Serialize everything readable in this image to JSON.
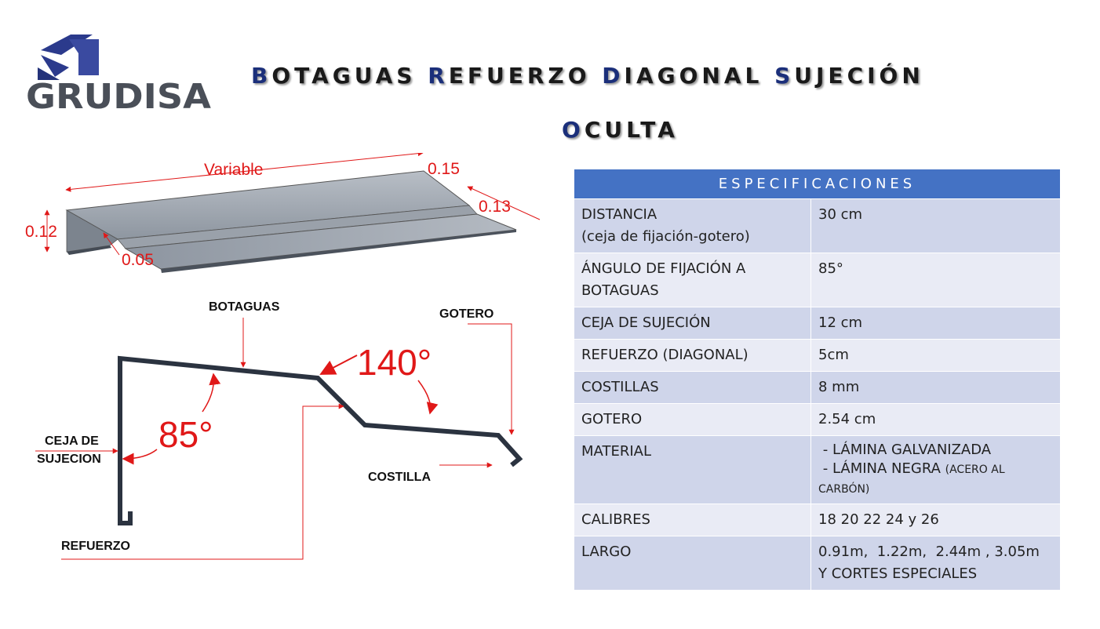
{
  "logo": {
    "text": "GRUDISA"
  },
  "title": {
    "line1": [
      {
        "cap": "B",
        "rest": "OTAGUAS "
      },
      {
        "cap": "R",
        "rest": "EFUERZO "
      },
      {
        "cap": "D",
        "rest": "IAGONAL "
      },
      {
        "cap": "S",
        "rest": "UJECIÓN"
      }
    ],
    "line2": [
      {
        "cap": "O",
        "rest": "CULTA"
      }
    ]
  },
  "drawing": {
    "dim_variable": "Variable",
    "dim_015": "0.15",
    "dim_013": "0.13",
    "dim_012": "0.12",
    "dim_005": "0.05",
    "label_botaguas": "BOTAGUAS",
    "label_gotero": "GOTERO",
    "angle_140": "140°",
    "angle_85": "85°",
    "label_ceja_line1": "CEJA DE",
    "label_ceja_line2": "SUJECION",
    "label_costilla": "COSTILLA",
    "label_refuerzo": "REFUERZO",
    "accent_color": "#e01818",
    "profile_color": "#2b3340"
  },
  "specs": {
    "header": "ESPECIFICACIONES",
    "header_color": "#4472c4",
    "rows": [
      {
        "label_l1": "DISTANCIA",
        "label_l2": "(ceja de fijación-gotero)",
        "value_l1": "30 cm"
      },
      {
        "label_l1": "ÁNGULO DE FIJACIÓN A",
        "label_l2": "BOTAGUAS",
        "value_l1": "85°"
      },
      {
        "label_l1": "CEJA DE SUJECIÓN",
        "value_l1": "12 cm"
      },
      {
        "label_l1": "REFUERZO (DIAGONAL)",
        "value_l1": "5cm"
      },
      {
        "label_l1": "COSTILLAS",
        "value_l1": "8 mm"
      },
      {
        "label_l1": "GOTERO",
        "value_l1": "2.54 cm"
      },
      {
        "label_l1": "MATERIAL",
        "value_l1": " - LÁMINA GALVANIZADA",
        "value_l2": " - LÁMINA NEGRA ",
        "value_small": "(ACERO AL",
        "value_l3": "CARBÓN)"
      },
      {
        "label_l1": "CALIBRES",
        "value_l1": "18 20 22 24 y 26"
      },
      {
        "label_l1": "LARGO",
        "value_l1": "0.91m,  1.22m,  2.44m , 3.05m",
        "value_l2": "Y CORTES ESPECIALES"
      }
    ]
  }
}
